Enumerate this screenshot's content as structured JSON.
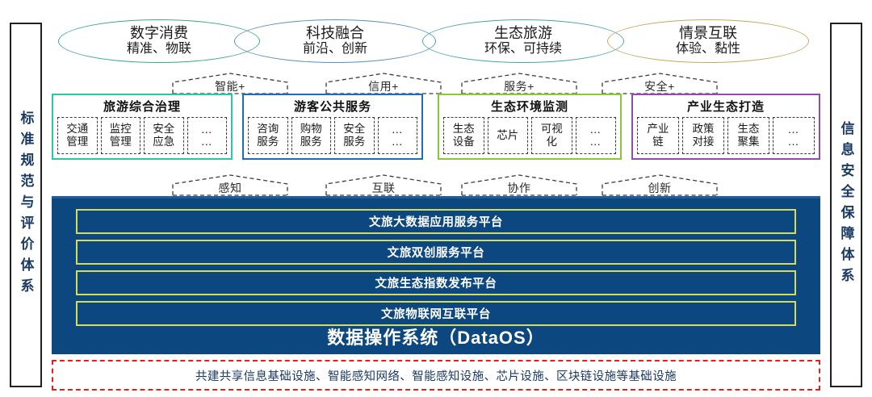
{
  "pillars": {
    "left": {
      "text": "标准规范与评价体系"
    },
    "right": {
      "text": "信息安全保障体系"
    }
  },
  "vision_ellipses": [
    {
      "title": "数字消费",
      "subtitle": "精准、物联",
      "color": "#3aa88a"
    },
    {
      "title": "科技融合",
      "subtitle": "前沿、创新",
      "color": "#5a8fb8"
    },
    {
      "title": "生态旅游",
      "subtitle": "环保、可持续",
      "color": "#4aa79a"
    },
    {
      "title": "情景互联",
      "subtitle": "体验、黏性",
      "color": "#c4a961"
    }
  ],
  "upper_connectors": [
    {
      "label": "智能+"
    },
    {
      "label": "信用+"
    },
    {
      "label": "服务+"
    },
    {
      "label": "安全+"
    }
  ],
  "lower_connectors": [
    {
      "label": "感知"
    },
    {
      "label": "互联"
    },
    {
      "label": "协作"
    },
    {
      "label": "创新"
    }
  ],
  "domain_boxes": [
    {
      "title": "旅游综合治理",
      "color": "#2ec4a6",
      "cells": [
        {
          "line1": "交通",
          "line2": "管理"
        },
        {
          "line1": "监控",
          "line2": "管理"
        },
        {
          "line1": "安全",
          "line2": "应急"
        },
        {
          "line1": "…",
          "line2": "…"
        }
      ]
    },
    {
      "title": "游客公共服务",
      "color": "#1f6eb5",
      "cells": [
        {
          "line1": "咨询",
          "line2": "服务"
        },
        {
          "line1": "购物",
          "line2": "服务"
        },
        {
          "line1": "安全",
          "line2": "服务"
        },
        {
          "line1": "…",
          "line2": "…"
        }
      ]
    },
    {
      "title": "生态环境监测",
      "color": "#8cc63f",
      "cells": [
        {
          "line1": "生态",
          "line2": "设备"
        },
        {
          "line1": "芯片",
          "line2": ""
        },
        {
          "line1": "可视",
          "line2": "化"
        },
        {
          "line1": "…",
          "line2": "…"
        }
      ]
    },
    {
      "title": "产业生态打造",
      "color": "#8e4ea8",
      "cells": [
        {
          "line1": "产业",
          "line2": "链"
        },
        {
          "line1": "政策",
          "line2": "对接"
        },
        {
          "line1": "生态",
          "line2": "聚集"
        },
        {
          "line1": "…",
          "line2": "…"
        }
      ]
    }
  ],
  "platform": {
    "panel_color": "#0d477f",
    "bar_border_color": "#d5db5c",
    "bars": [
      {
        "label": "文旅大数据应用服务平台"
      },
      {
        "label": "文旅双创服务平台"
      },
      {
        "label": "文旅生态指数发布平台"
      },
      {
        "label": "文旅物联网互联平台"
      }
    ],
    "os_title": "数据操作系统（DataOS）"
  },
  "infrastructure": {
    "text": "共建共享信息基础设施、智能感知网络、智能感知设施、芯片设施、区块链设施等基础设施",
    "border_color": "#e02020",
    "text_color": "#1b3a63"
  }
}
